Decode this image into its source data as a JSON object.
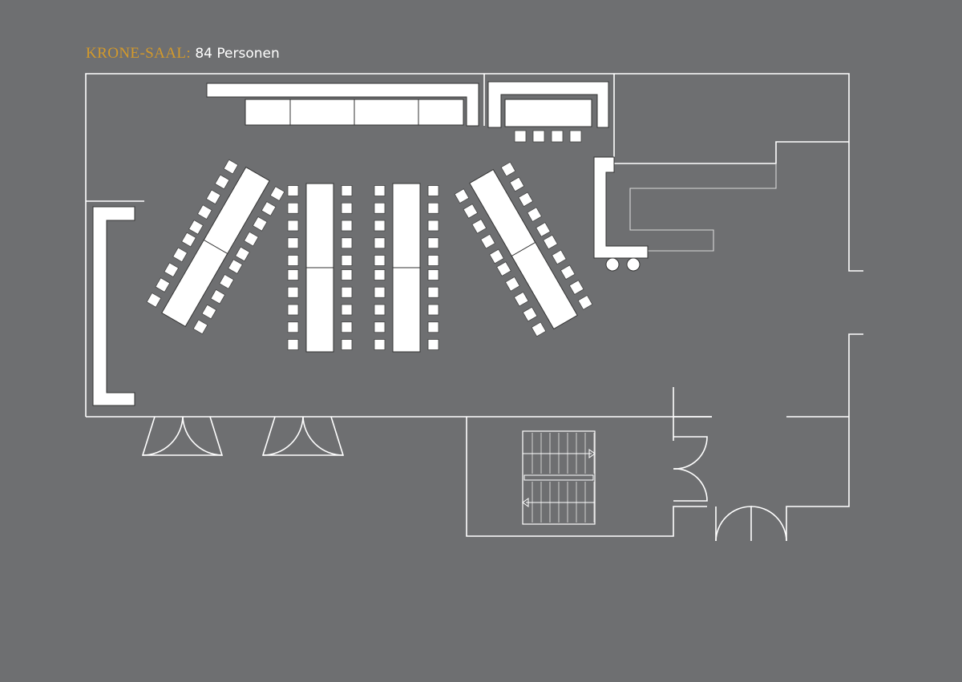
{
  "title": {
    "room_name": "KRONE-SAAL:",
    "capacity": "84 Personen"
  },
  "colors": {
    "background": "#6e6f71",
    "accent": "#d49a2a",
    "lines": "#ffffff",
    "label": "#ffffff"
  },
  "layout": {
    "setup": "herringbone-tables",
    "table_blocks": 4,
    "tables_per_block": 2,
    "chairs_per_table": 10,
    "buffet_segments": 4,
    "bar_stools": 4
  }
}
